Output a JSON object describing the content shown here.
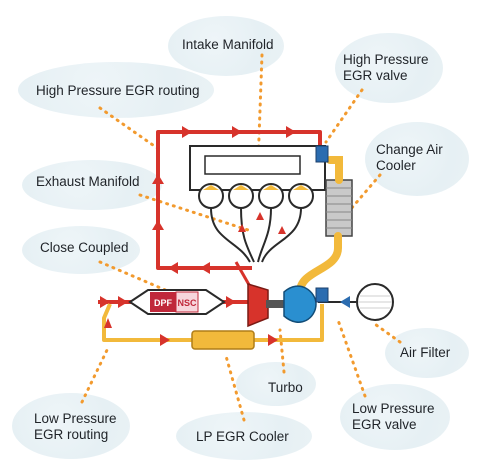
{
  "labels": {
    "intake_manifold": "Intake Manifold",
    "hp_egr_valve": "High Pressure\nEGR valve",
    "hp_egr_routing": "High Pressure EGR routing",
    "charge_air_cooler": "Change Air\nCooler",
    "exhaust_manifold": "Exhaust Manifold",
    "close_coupled": "Close Coupled",
    "air_filter": "Air Filter",
    "turbo": "Turbo",
    "lp_egr_valve": "Low Pressure\nEGR valve",
    "lp_egr_routing": "Low Pressure\nEGR routing",
    "lp_egr_cooler": "LP EGR Cooler"
  },
  "components": {
    "dpf_text": "DPF",
    "nsc_text": "NSC"
  },
  "colors": {
    "exhaust_red": "#d7332b",
    "intake_yellow": "#f2b93b",
    "leader_orange": "#f29a2e",
    "turbo_blue": "#2a8fd0",
    "valve_blue": "#2b6cb0",
    "blob": "#e8f1f5"
  }
}
